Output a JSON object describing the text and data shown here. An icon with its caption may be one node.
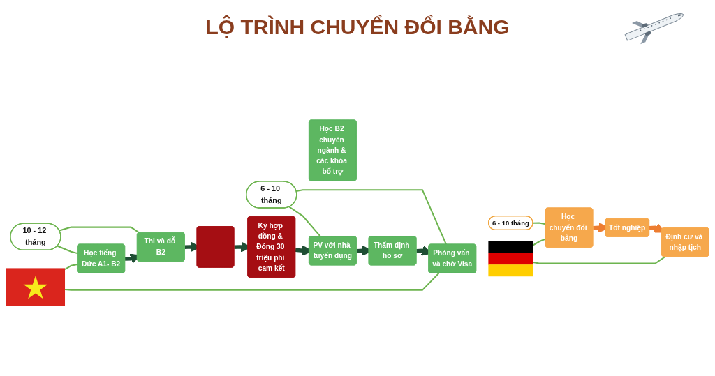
{
  "diagram": {
    "title": "LỘ TRÌNH CHUYỂN ĐỔI BẰNG",
    "nodes": [
      {
        "text": [],
        "shape": "picture"
      },
      {
        "text": [],
        "shape": "picture"
      },
      {
        "text": [
          "Học B2 chuyên ngành & các khóa bổ trợ"
        ]
      },
      {
        "text": [
          "Học tiếng Đức A1- B2"
        ]
      },
      {
        "text": [
          "Thi và đỗ B2"
        ]
      },
      {
        "text": [],
        "shape": "box"
      },
      {
        "text": [
          "Ký hợp đồng & Đóng 30 triệu phí cam kết"
        ]
      },
      {
        "text": [
          "PV với nhà tuyển dụng"
        ]
      },
      {
        "text": [
          "Thẩm định hồ sơ"
        ]
      },
      {
        "text": [
          "Phỏng vấn và chờ Visa"
        ]
      },
      {
        "text": [
          "Học chuyển đổi bằng"
        ]
      },
      {
        "text": [
          "Tốt nghiệp"
        ]
      },
      {
        "text": [
          "Định cư và nhập tịch"
        ]
      },
      {
        "text": [
          "10 - 12 tháng"
        ]
      },
      {
        "text": [
          "6 - 10 tháng"
        ]
      },
      {
        "text": [
          "6 - 10 tháng"
        ]
      }
    ],
    "edges": [
      {
        "from": 0,
        "to": 3,
        "arrow": "none"
      },
      {
        "from": 0,
        "to": 9,
        "arrow": "none"
      },
      {
        "from": 1,
        "to": 10,
        "arrow": "none"
      },
      {
        "from": 1,
        "to": 12,
        "arrow": "none"
      },
      {
        "from": 3,
        "to": 4,
        "arrow": "to",
        "style": "thick",
        "color": "#1f4e34"
      },
      {
        "from": 4,
        "to": 5,
        "arrow": "to",
        "style": "thick",
        "color": "#1f4e34"
      },
      {
        "from": 5,
        "to": 6,
        "arrow": "to",
        "style": "thick",
        "color": "#1f4e34"
      },
      {
        "from": 6,
        "to": 7,
        "arrow": "to",
        "style": "thick",
        "color": "#1f4e34"
      },
      {
        "from": 7,
        "to": 8,
        "arrow": "to",
        "style": "thick",
        "color": "#1f4e34"
      },
      {
        "from": 8,
        "to": 9,
        "arrow": "to",
        "style": "thick",
        "color": "#1f4e34"
      },
      {
        "from": 10,
        "to": 11,
        "arrow": "to",
        "style": "thick",
        "color": "#ed7d31"
      },
      {
        "from": 11,
        "to": 12,
        "arrow": "to",
        "style": "thick",
        "color": "#ed7d31"
      },
      {
        "from": 13,
        "to": 3,
        "arrow": "none"
      },
      {
        "from": 13,
        "to": 4,
        "arrow": "none"
      },
      {
        "from": 14,
        "to": 7,
        "arrow": "none"
      },
      {
        "from": 14,
        "to": 9,
        "arrow": "none"
      },
      {
        "from": 15,
        "to": 10,
        "arrow": "none"
      }
    ]
  }
}
